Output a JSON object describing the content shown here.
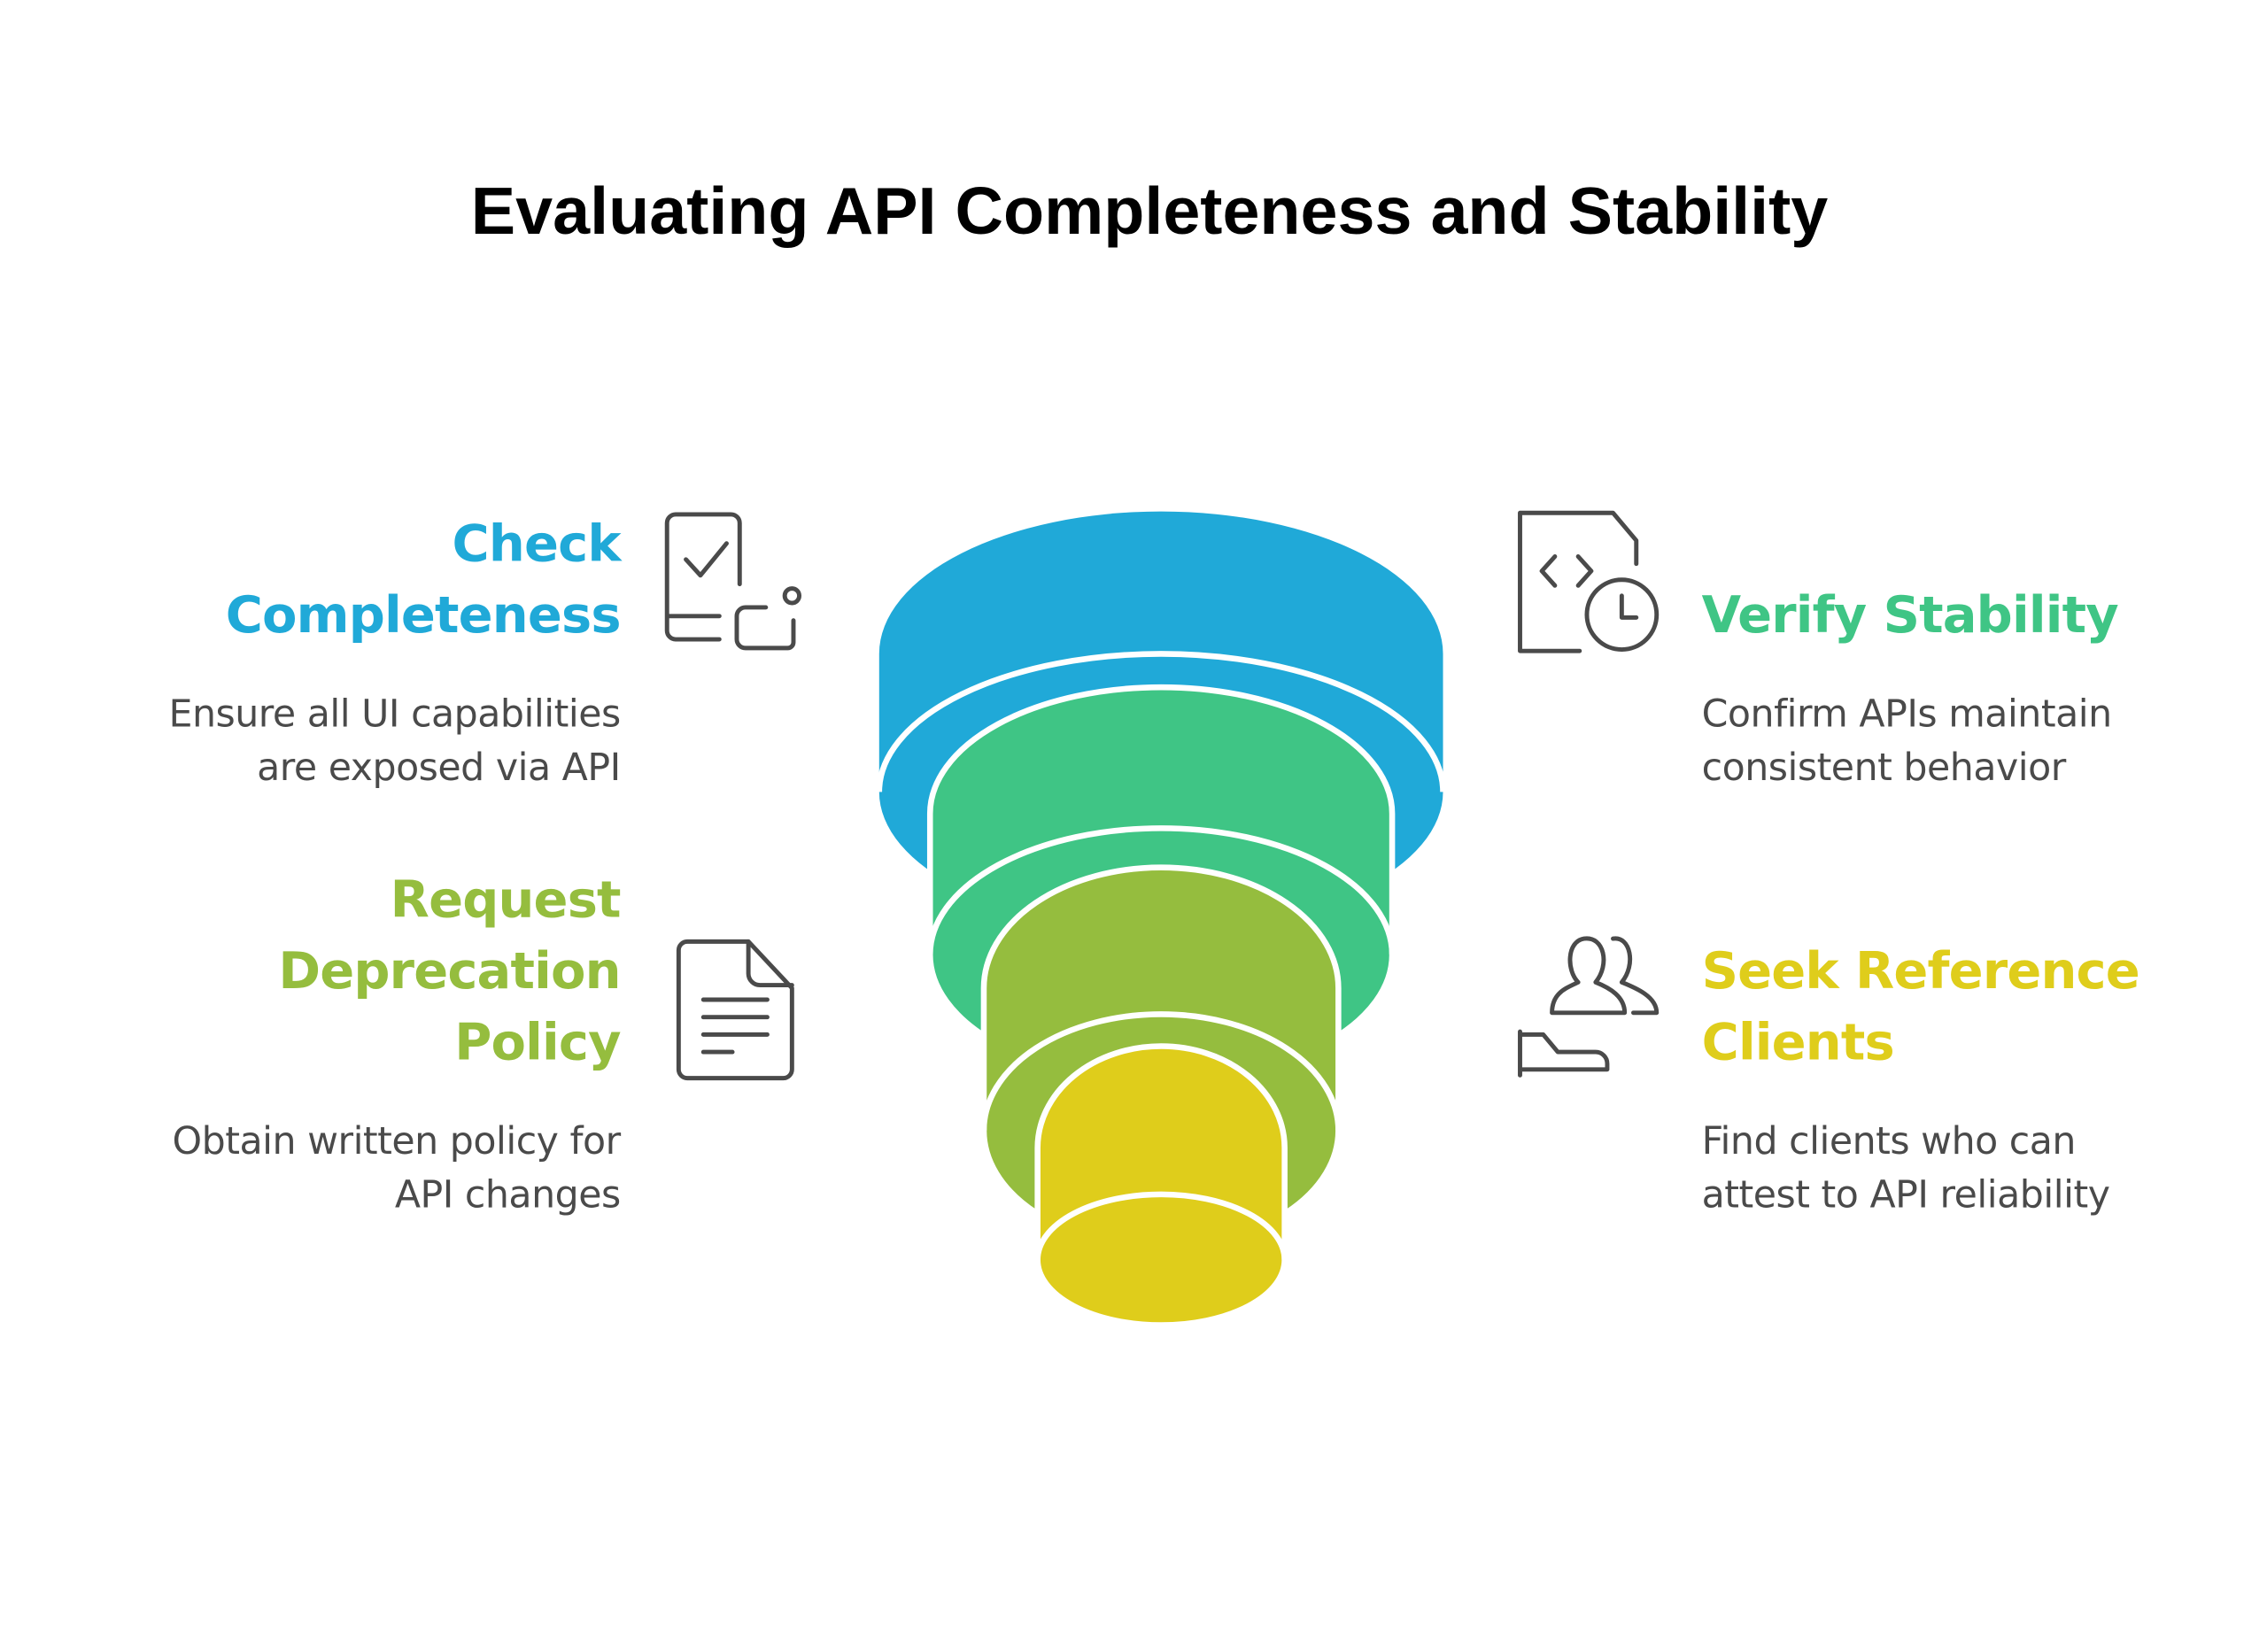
{
  "title": "Evaluating API Completeness and Stability",
  "colors": {
    "blue": "#20a9d8",
    "green": "#3fc585",
    "olive": "#95bd3e",
    "yellow": "#dfcd1b",
    "icon": "#4a4a4a"
  },
  "items": [
    {
      "heading_lines": [
        "Check",
        "Completeness"
      ],
      "description_lines": [
        "Ensure all UI capabilities",
        "are exposed via API"
      ],
      "icon": "mobile-checklist-icon",
      "color": "#20a9d8"
    },
    {
      "heading_lines": [
        "Verify Stability"
      ],
      "description_lines": [
        "Confirm APIs maintain",
        "consistent behavior"
      ],
      "icon": "code-file-clock-icon",
      "color": "#3fc585"
    },
    {
      "heading_lines": [
        "Request",
        "Deprecation",
        "Policy"
      ],
      "description_lines": [
        "Obtain written policy for",
        "API changes"
      ],
      "icon": "document-icon",
      "color": "#95bd3e"
    },
    {
      "heading_lines": [
        "Seek Reference",
        "Clients"
      ],
      "description_lines": [
        "Find clients who can",
        "attest to API reliability"
      ],
      "icon": "users-hand-icon",
      "color": "#dfcd1b"
    }
  ]
}
